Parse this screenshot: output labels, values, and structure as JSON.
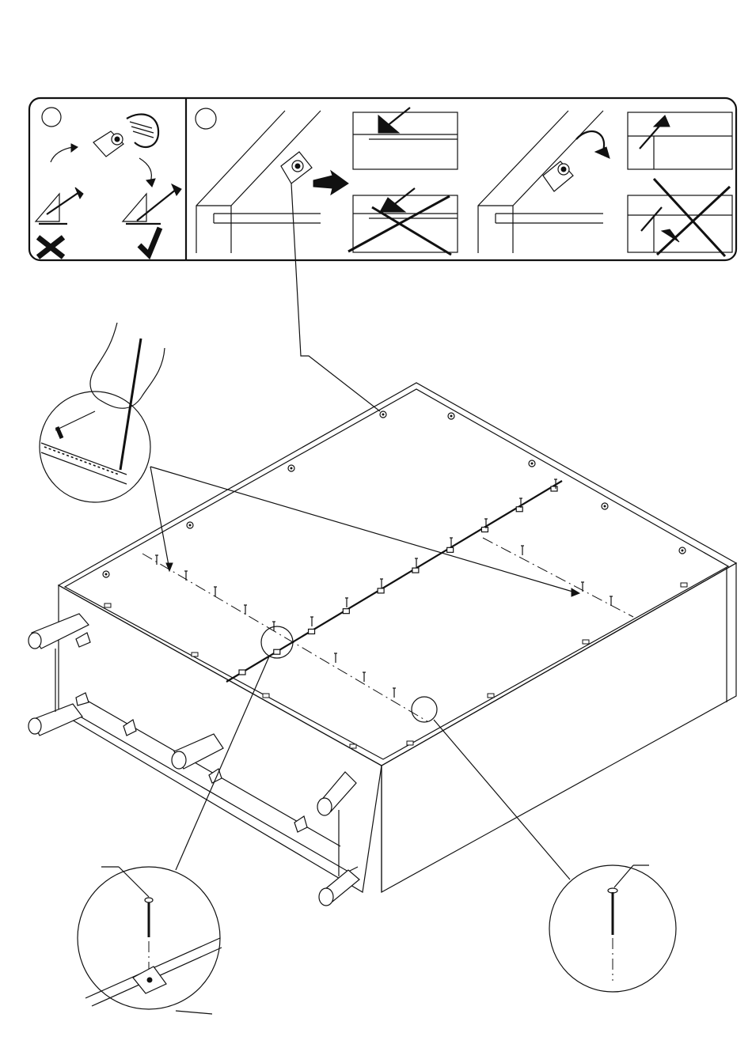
{
  "document": {
    "type": "assembly-instruction-sheet",
    "has_text": false
  },
  "top_panel": {
    "left_box": {
      "step_marker": "",
      "states": [
        "wrong",
        "correct"
      ]
    },
    "right_box": {
      "step_marker": "",
      "views": [
        "insert-dowel",
        "correct-flush",
        "wrong-flush",
        "screw-in",
        "correct-screw",
        "wrong-screw"
      ]
    }
  },
  "main_drawing": {
    "subject": "cabinet-carcass-back-panel-nailing",
    "detail_circles": [
      "pencil-marking",
      "nail-through-bracket",
      "nail-into-panel"
    ]
  },
  "icons": {
    "check": "check-mark-icon",
    "cross": "cross-mark-icon",
    "arrow": "push-arrow-icon",
    "rotate": "rotate-arrow-icon"
  }
}
